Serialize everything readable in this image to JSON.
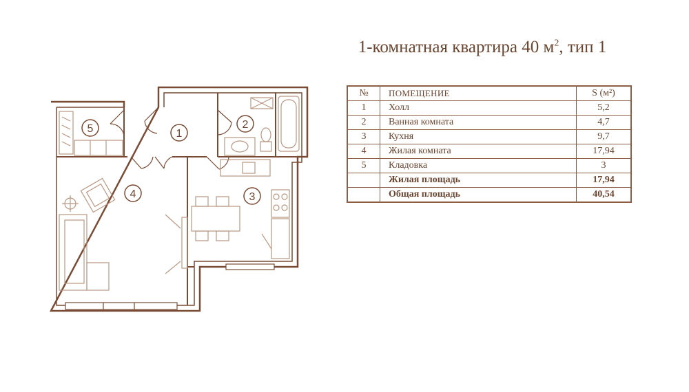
{
  "title": {
    "text": "1-комнатная квартира 40 м",
    "sup": "2",
    "suffix": ", тип 1"
  },
  "table": {
    "headers": {
      "num": "№",
      "name": "ПОМЕЩЕНИЕ",
      "area": "S (м²)"
    },
    "rows": [
      {
        "num": "1",
        "name": "Холл",
        "area": "5,2"
      },
      {
        "num": "2",
        "name": "Ванная комната",
        "area": "4,7"
      },
      {
        "num": "3",
        "name": "Кухня",
        "area": "9,7"
      },
      {
        "num": "4",
        "name": "Жилая комната",
        "area": "17,94"
      },
      {
        "num": "5",
        "name": "Кладовка",
        "area": "3"
      }
    ],
    "totals": [
      {
        "name": "Жилая площадь",
        "area": "17,94"
      },
      {
        "name": "Общая площадь",
        "area": "40,54"
      }
    ]
  },
  "plan": {
    "room_labels": [
      "1",
      "2",
      "3",
      "4",
      "5"
    ],
    "wall_color": "#7a4b34",
    "fill_color": "#ffffff",
    "furniture_color": "#b99682"
  }
}
